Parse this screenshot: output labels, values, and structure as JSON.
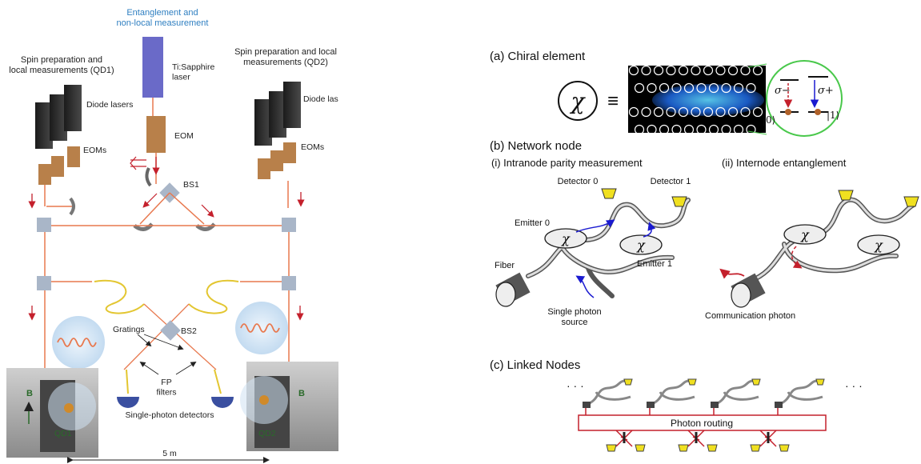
{
  "left": {
    "title": "Entanglement and\nnon-local measurement",
    "qd1_label": "Spin preparation and\nlocal measurements (QD1)",
    "qd2_label": "Spin preparation and local\nmeasurements (QD2)",
    "laser": "Ti:Sapphire\nlaser",
    "eom": "EOM",
    "eoms": "EOMs",
    "diode": "Diode lasers",
    "diode_right": "Diode las",
    "bs1": "BS1",
    "bs2": "BS2",
    "gratings": "Gratings",
    "fp": "FP\nfilters",
    "detectors": "Single-photon detectors",
    "qd1": "QD1",
    "qd2": "QD2",
    "b": "B",
    "scale": "5 m"
  },
  "right": {
    "a_title": "(a) Chiral element",
    "chi": "χ",
    "equiv": "≡",
    "sigma_minus": "σ−",
    "sigma_plus": "σ+",
    "ket0": "|0⟩",
    "ket1": "|1⟩",
    "b_title": "(b) Network node",
    "b_i": "(i) Intranode parity measurement",
    "b_ii": "(ii) Internode entanglement",
    "detector0": "Detector 0",
    "detector1": "Detector 1",
    "emitter0": "Emitter 0",
    "emitter1": "Emitter 1",
    "fiber": "Fiber",
    "single_photon": "Single photon\nsource",
    "communication": "Communication photon",
    "c_title": "(c) Linked Nodes",
    "routing": "Photon routing",
    "ellipsis": "· · ·"
  },
  "colors": {
    "beam": "#e8794f",
    "arrow_red": "#c4202c",
    "blue": "#1a1ad0",
    "yellow": "#f0e020",
    "eom": "#b8804a",
    "laser": "#6a6ac8",
    "title_blue": "#2f7fc1"
  }
}
